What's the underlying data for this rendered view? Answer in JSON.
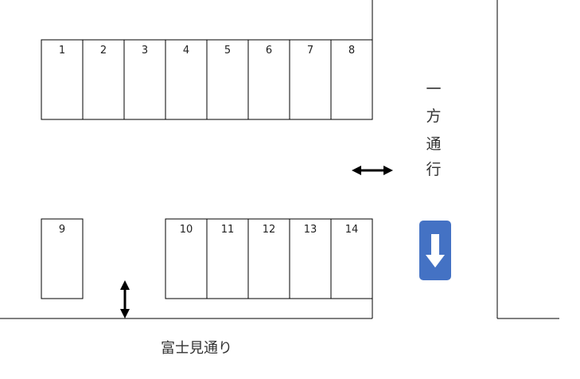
{
  "top_row": [
    "1",
    "2",
    "3",
    "4",
    "5",
    "6",
    "7",
    "8"
  ],
  "bottom_left": [
    "9"
  ],
  "bottom_right": [
    "10",
    "11",
    "12",
    "13",
    "14"
  ],
  "one_way_label": [
    "一",
    "方",
    "通",
    "行"
  ],
  "street_name": "富士見通り",
  "colors": {
    "line": "#000000",
    "sign_bg": "#4472c4",
    "sign_arrow": "#ffffff"
  },
  "icons": {
    "horizontal_arrow": "double-arrow-horizontal-icon",
    "vertical_arrow": "double-arrow-vertical-icon",
    "one_way_sign": "one-way-down-arrow-icon"
  }
}
